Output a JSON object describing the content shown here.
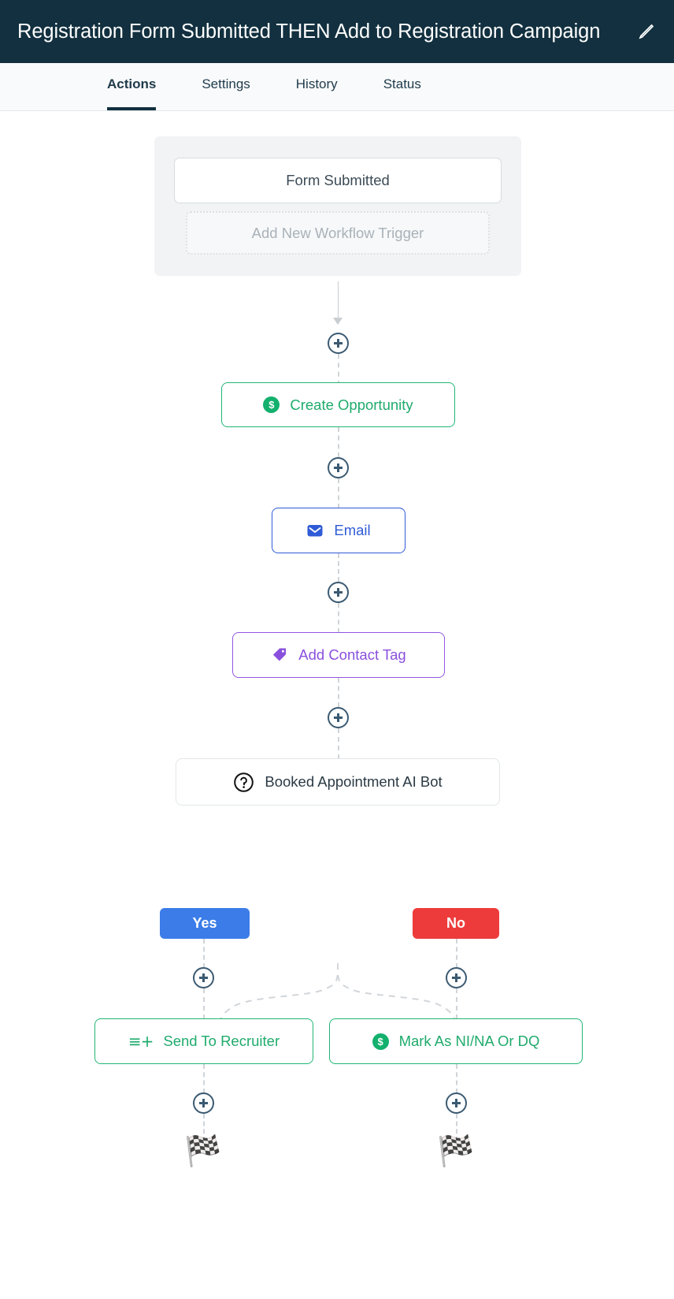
{
  "header": {
    "title": "Registration Form Submitted THEN Add to Registration Campaign",
    "edit_icon": "pencil-icon",
    "background_color": "#12303f"
  },
  "tabs": [
    {
      "label": "Actions",
      "active": true
    },
    {
      "label": "Settings",
      "active": false
    },
    {
      "label": "History",
      "active": false
    },
    {
      "label": "Status",
      "active": false
    }
  ],
  "workflow": {
    "trigger_group": {
      "trigger_label": "Form Submitted",
      "add_trigger_label": "Add New Workflow Trigger"
    },
    "nodes": [
      {
        "id": "create-opportunity",
        "label": "Create Opportunity",
        "icon": "dollar-circle-icon",
        "color": "#1fab6c"
      },
      {
        "id": "email",
        "label": "Email",
        "icon": "envelope-icon",
        "color": "#2f5bd7"
      },
      {
        "id": "add-contact-tag",
        "label": "Add Contact Tag",
        "icon": "tag-icon",
        "color": "#8a50dd"
      },
      {
        "id": "booked-appointment-ai-bot",
        "label": "Booked Appointment AI Bot",
        "icon": "question-circle-icon",
        "color": "#2b3a44"
      }
    ],
    "branches": [
      {
        "id": "yes",
        "label": "Yes",
        "color": "#3b7ce8",
        "node": {
          "id": "send-to-recruiter",
          "label": "Send To Recruiter",
          "icon": "list-plus-icon",
          "color": "#1fab6c"
        },
        "end_icon": "checkered-flag-icon"
      },
      {
        "id": "no",
        "label": "No",
        "color": "#ed3b3b",
        "node": {
          "id": "mark-as-ni-na-or-dq",
          "label": "Mark As NI/NA Or DQ",
          "icon": "dollar-circle-icon",
          "color": "#1fab6c"
        },
        "end_icon": "checkered-flag-icon"
      }
    ],
    "add_step_label": "+",
    "end_flag_glyph": "🏁"
  }
}
